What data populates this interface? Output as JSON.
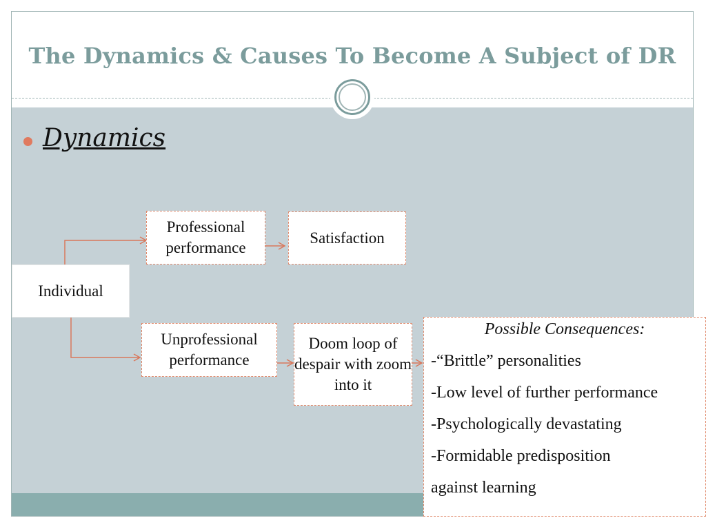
{
  "slide": {
    "title": "The Dynamics & Causes To Become A Subject of DR",
    "bullet": "Dynamics"
  },
  "diagram": {
    "individual": "Individual",
    "professional": "Professional performance",
    "satisfaction": "Satisfaction",
    "unprofessional": "Unprofessional performance",
    "doom_loop": "Doom loop of despair with zoom into it",
    "consequences": {
      "heading": "Possible Consequences:",
      "items": [
        "-“Brittle” personalities",
        "-Low level of further performance",
        "-Psychologically devastating",
        "-Formidable predisposition",
        "against learning"
      ]
    }
  },
  "colors": {
    "title": "#7b9c9c",
    "band": "#c5d1d6",
    "footer": "#8aaeae",
    "accent": "#e07a5f",
    "arrow": "#d9785c"
  }
}
